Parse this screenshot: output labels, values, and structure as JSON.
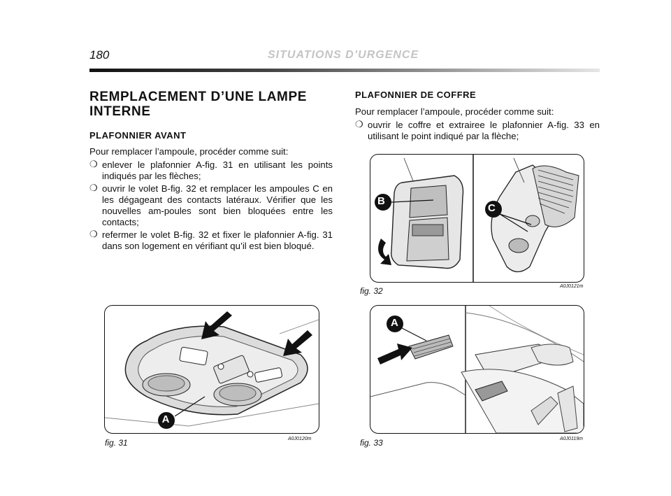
{
  "header": {
    "page_number": "180",
    "running_title": "SITUATIONS D’URGENCE"
  },
  "left": {
    "title": "REMPLACEMENT D’UNE LAMPE INTERNE",
    "subtitle": "PLAFONNIER AVANT",
    "intro": "Pour remplacer l’ampoule, procéder comme suit:",
    "steps": [
      "enlever le plafonnier A-fig. 31 en utilisant les points indiqués par les flèches;",
      "ouvrir le volet B-fig. 32 et remplacer les ampoules C en les dégageant des contacts latéraux. Vérifier que les nouvelles am-poules sont bien bloquées entre les contacts;",
      "refermer le volet B-fig. 32 et fixer le plafonnier A-fig. 31 dans son logement en vérifiant qu’il est bien bloqué."
    ]
  },
  "right": {
    "subtitle": "PLAFONNIER DE COFFRE",
    "intro": "Pour remplacer l’ampoule, procéder comme suit:",
    "steps": [
      "ouvrir le coffre et extrairee le plafonnier A-fig. 33 en utilisant le point indiqué par la flèche;"
    ]
  },
  "bullet_glyph": "❍",
  "figures": {
    "fig31": {
      "caption": "fig. 31",
      "code": "A0J0120m",
      "callout": "A"
    },
    "fig32": {
      "caption": "fig. 32",
      "code": "A0J0121m",
      "callout_b": "B",
      "callout_c": "C"
    },
    "fig33": {
      "caption": "fig. 33",
      "code": "A0J0119m",
      "callout": "A"
    }
  }
}
